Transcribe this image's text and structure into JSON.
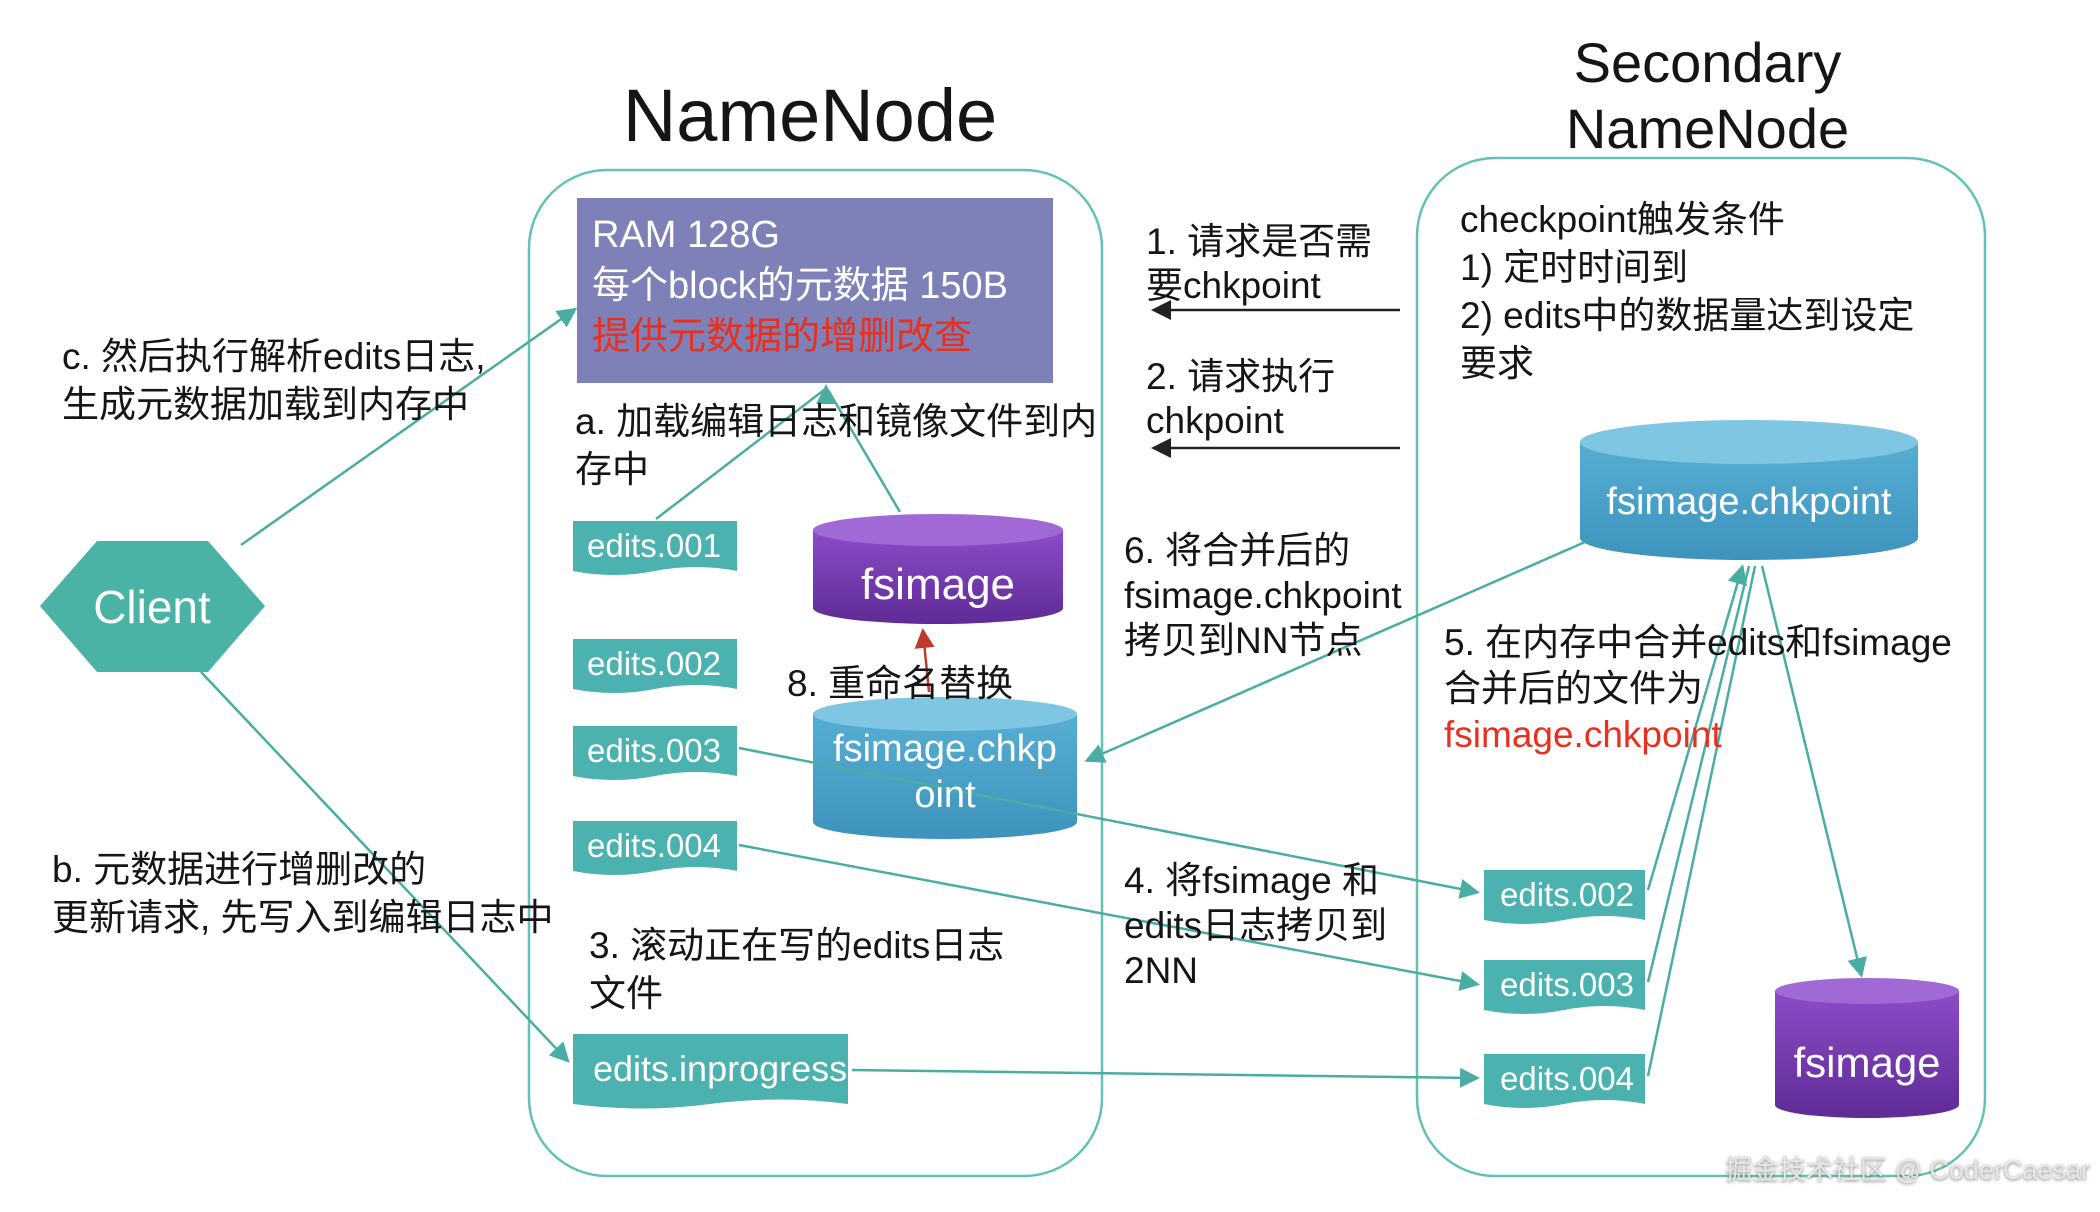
{
  "titles": {
    "namenode": "NameNode",
    "secondary": "Secondary\nNameNode"
  },
  "client": {
    "label": "Client"
  },
  "nn": {
    "ram": {
      "line1": "RAM 128G",
      "line2": "每个block的元数据 150B",
      "line3": "提供元数据的增删改查"
    },
    "step_a": "a. 加载编辑日志和镜像文件到内\n存中",
    "edits": [
      "edits.001",
      "edits.002",
      "edits.003",
      "edits.004"
    ],
    "fsimage": "fsimage",
    "step_8": "8. 重命名替换",
    "fsimage_chkpoint": "fsimage.chkp\noint",
    "step_3": "3. 滚动正在写的edits日志\n文件",
    "edits_inprogress": "edits.inprogress"
  },
  "mid": {
    "step_1": "1. 请求是否需\n要chkpoint",
    "step_2": "2. 请求执行\nchkpoint",
    "step_6": "6. 将合并后的\nfsimage.chkpoint\n拷贝到NN节点",
    "step_4": "4. 将fsimage 和\nedits日志拷贝到\n2NN"
  },
  "left_notes": {
    "step_c": "c. 然后执行解析edits日志,\n生成元数据加载到内存中",
    "step_b": "b. 元数据进行增删改的\n更新请求, 先写入到编辑日志中"
  },
  "snn": {
    "trigger": "checkpoint触发条件\n1) 定时时间到\n2) edits中的数据量达到设定\n要求",
    "fsimage_chkpoint": "fsimage.chkpoint",
    "step5_l1": "5. 在内存中合并edits和fsimage",
    "step5_l2": "合并后的文件为",
    "step5_l3": "fsimage.chkpoint",
    "edits": [
      "edits.002",
      "edits.003",
      "edits.004"
    ],
    "fsimage": "fsimage"
  },
  "watermark": "掘金技术社区 @ CoderCaesar",
  "colors": {
    "teal_shape": "#4cb2b0",
    "teal_border": "#63c1b6",
    "arrow_teal": "#4aada3",
    "purple_cylinder": "#7a3fb2",
    "blue_cylinder": "#4aa6cc",
    "ram_box": "#7d81b8",
    "red_text": "#e8301f",
    "red_arrow": "#c0392b"
  }
}
